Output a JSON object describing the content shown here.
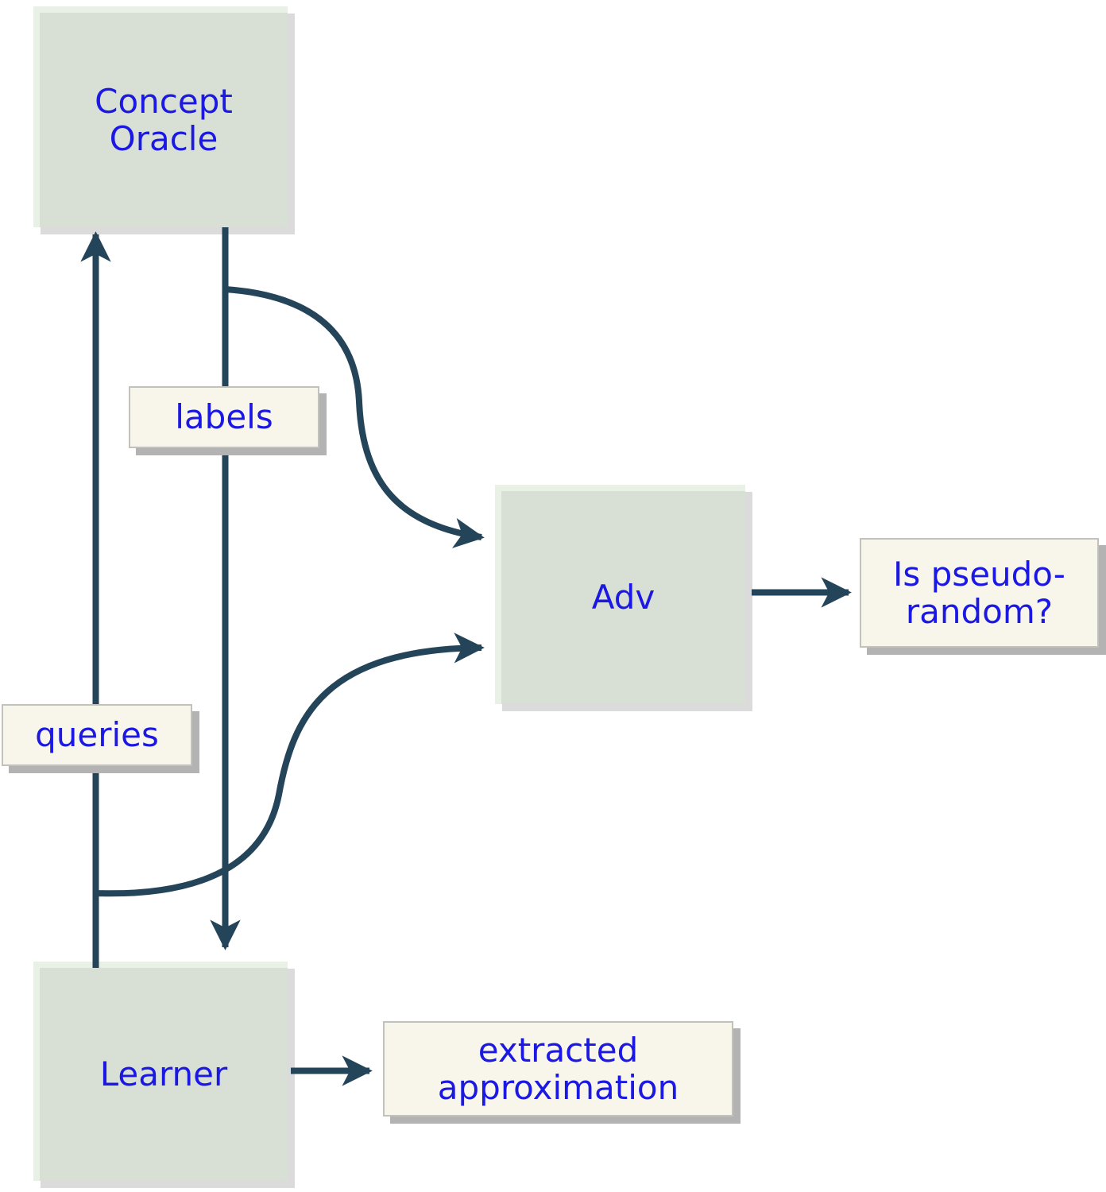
{
  "nodes": {
    "concept_oracle": {
      "label": "Concept\nOracle"
    },
    "adv": {
      "label": "Adv"
    },
    "learner": {
      "label": "Learner"
    }
  },
  "edge_labels": {
    "labels": "labels",
    "queries": "queries"
  },
  "outputs": {
    "pseudo_random": "Is pseudo-\nrandom?",
    "extracted_approximation": "extracted\napproximation"
  },
  "edges": [
    {
      "from": "learner",
      "to": "concept_oracle",
      "label": "queries",
      "style": "straight-up"
    },
    {
      "from": "concept_oracle",
      "to": "learner",
      "label": "labels",
      "style": "straight-down"
    },
    {
      "from": "concept_oracle",
      "to": "adv",
      "tap_of": "labels",
      "style": "s-curve"
    },
    {
      "from": "learner",
      "to": "adv",
      "tap_of": "queries",
      "style": "s-curve"
    },
    {
      "from": "adv",
      "to": "pseudo_random",
      "style": "straight-right"
    },
    {
      "from": "learner",
      "to": "extracted_approximation",
      "style": "straight-right"
    }
  ],
  "colors": {
    "page_bg": "#ffffff",
    "node_fill": "#d8e0d5",
    "node_highlight": "#e9f0e6",
    "node_shadow": "#dbdbdb",
    "label_fill": "#f8f5ea",
    "label_border": "#c2c1bc",
    "label_shadow": "#b3b3b3",
    "arrow_color": "#234459",
    "text_blue": "#1b18e4"
  }
}
